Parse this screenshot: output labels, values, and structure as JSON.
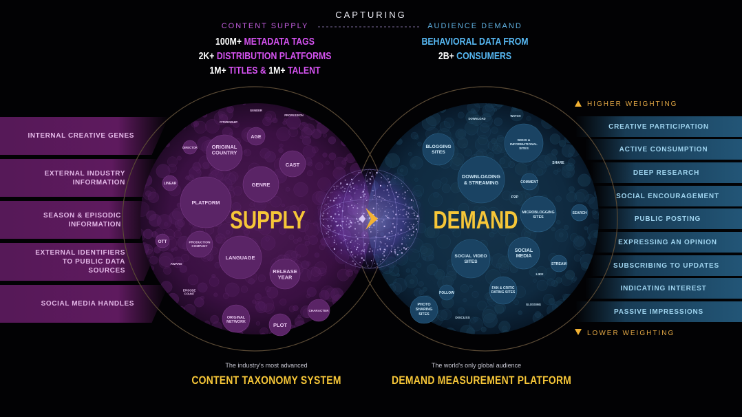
{
  "header": {
    "capturing": "CAPTURING",
    "supply_title": "CONTENT SUPPLY",
    "demand_title": "AUDIENCE DEMAND",
    "supply_stats": [
      {
        "num": "100M+",
        "label": "METADATA TAGS"
      },
      {
        "num": "2K+",
        "label": "DISTRIBUTION PLATFORMS"
      },
      {
        "num1": "1M+",
        "label1": "TITLES &",
        "num2": "1M+",
        "label2": "TALENT"
      }
    ],
    "demand_stats": [
      {
        "label": "BEHAVIORAL DATA FROM"
      },
      {
        "num": "2B+",
        "label": "CONSUMERS"
      }
    ]
  },
  "left_bands": [
    "INTERNAL CREATIVE GENES",
    "EXTERNAL INDUSTRY INFORMATION",
    "SEASON & EPISODIC INFORMATION",
    "EXTERNAL IDENTIFIERS TO PUBLIC DATA SOURCES",
    "SOCIAL MEDIA HANDLES"
  ],
  "right_bands": [
    "CREATIVE PARTICIPATION",
    "ACTIVE CONSUMPTION",
    "DEEP RESEARCH",
    "SOCIAL ENCOURAGEMENT",
    "PUBLIC POSTING",
    "EXPRESSING AN OPINION",
    "SUBSCRIBING TO UPDATES",
    "INDICATING INTEREST",
    "PASSIVE IMPRESSIONS"
  ],
  "weighting": {
    "higher": "HIGHER WEIGHTING",
    "lower": "LOWER WEIGHTING"
  },
  "center": {
    "supply": "SUPPLY",
    "demand": "DEMAND"
  },
  "supply_bubbles": [
    "ORIGINAL COUNTRY",
    "AGE",
    "CAST",
    "GENRE",
    "PLATFORM",
    "LANGUAGE",
    "RELEASE YEAR",
    "PRODUCTION COMPANY",
    "ORIGINAL NETWORK",
    "PLOT",
    "OTT",
    "LINEAR",
    "DIRECTOR",
    "CITIZENSHIP",
    "GENDER",
    "PROFESSION",
    "AWARD",
    "EPISODE COUNT",
    "CHARACTER"
  ],
  "demand_bubbles": [
    "BLOGGING SITES",
    "WIKIS & INFORMATIONAL SITES",
    "DOWNLOADING & STREAMING",
    "MICROBLOGGING SITES",
    "SOCIAL MEDIA",
    "SOCIAL VIDEO SITES",
    "FAN & CRITIC RATING SITES",
    "PHOTO SHARING SITES",
    "COMMENT",
    "SHARE",
    "SEARCH",
    "P2P",
    "STREAM",
    "LIKE",
    "FOLLOW",
    "DISCUSS",
    "WATCH",
    "DOWNLOAD",
    "GLOSSING"
  ],
  "footer": {
    "supply_small": "The industry's most advanced",
    "supply_big": "CONTENT TAXONOMY SYSTEM",
    "demand_small": "The world's only global audience",
    "demand_big": "DEMAND MEASUREMENT PLATFORM"
  },
  "colors": {
    "supply": "#c94ee6",
    "demand": "#4fb0ee",
    "gold": "#f6c638"
  }
}
